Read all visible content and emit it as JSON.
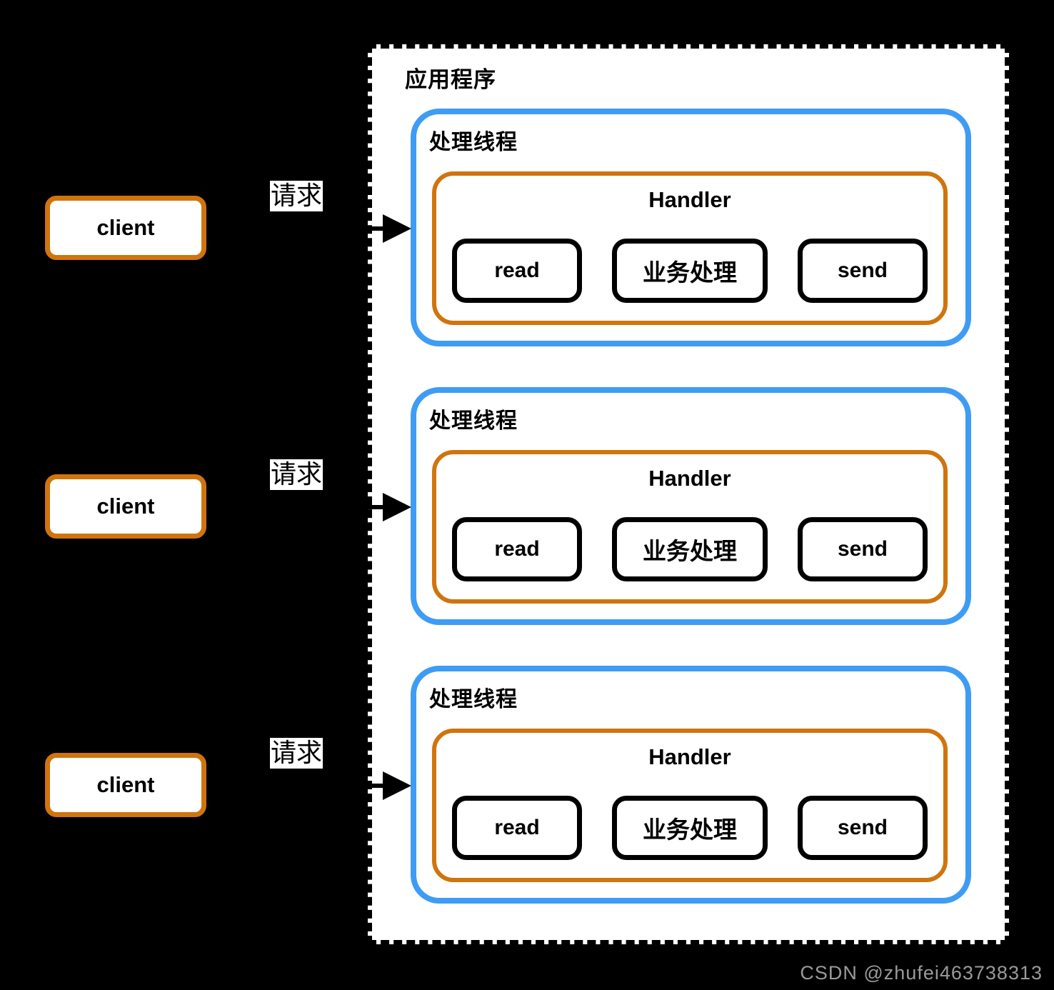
{
  "app": {
    "label": "应用程序"
  },
  "rows": [
    {
      "client": "client",
      "request": "请求",
      "thread": {
        "title": "处理线程",
        "handler": {
          "title": "Handler",
          "steps": [
            {
              "label": "read"
            },
            {
              "label": "业务处理"
            },
            {
              "label": "send"
            }
          ]
        }
      }
    },
    {
      "client": "client",
      "request": "请求",
      "thread": {
        "title": "处理线程",
        "handler": {
          "title": "Handler",
          "steps": [
            {
              "label": "read"
            },
            {
              "label": "业务处理"
            },
            {
              "label": "send"
            }
          ]
        }
      }
    },
    {
      "client": "client",
      "request": "请求",
      "thread": {
        "title": "处理线程",
        "handler": {
          "title": "Handler",
          "steps": [
            {
              "label": "read"
            },
            {
              "label": "业务处理"
            },
            {
              "label": "send"
            }
          ]
        }
      }
    }
  ],
  "watermark": "CSDN @zhufei463738313",
  "colors": {
    "background": "#000000",
    "box_fill": "#ffffff",
    "thread_border_blue": "#3e9cf4",
    "handler_border_orange": "#d0740e",
    "step_border_black": "#000000",
    "watermark_gray": "#9a9a9a"
  }
}
